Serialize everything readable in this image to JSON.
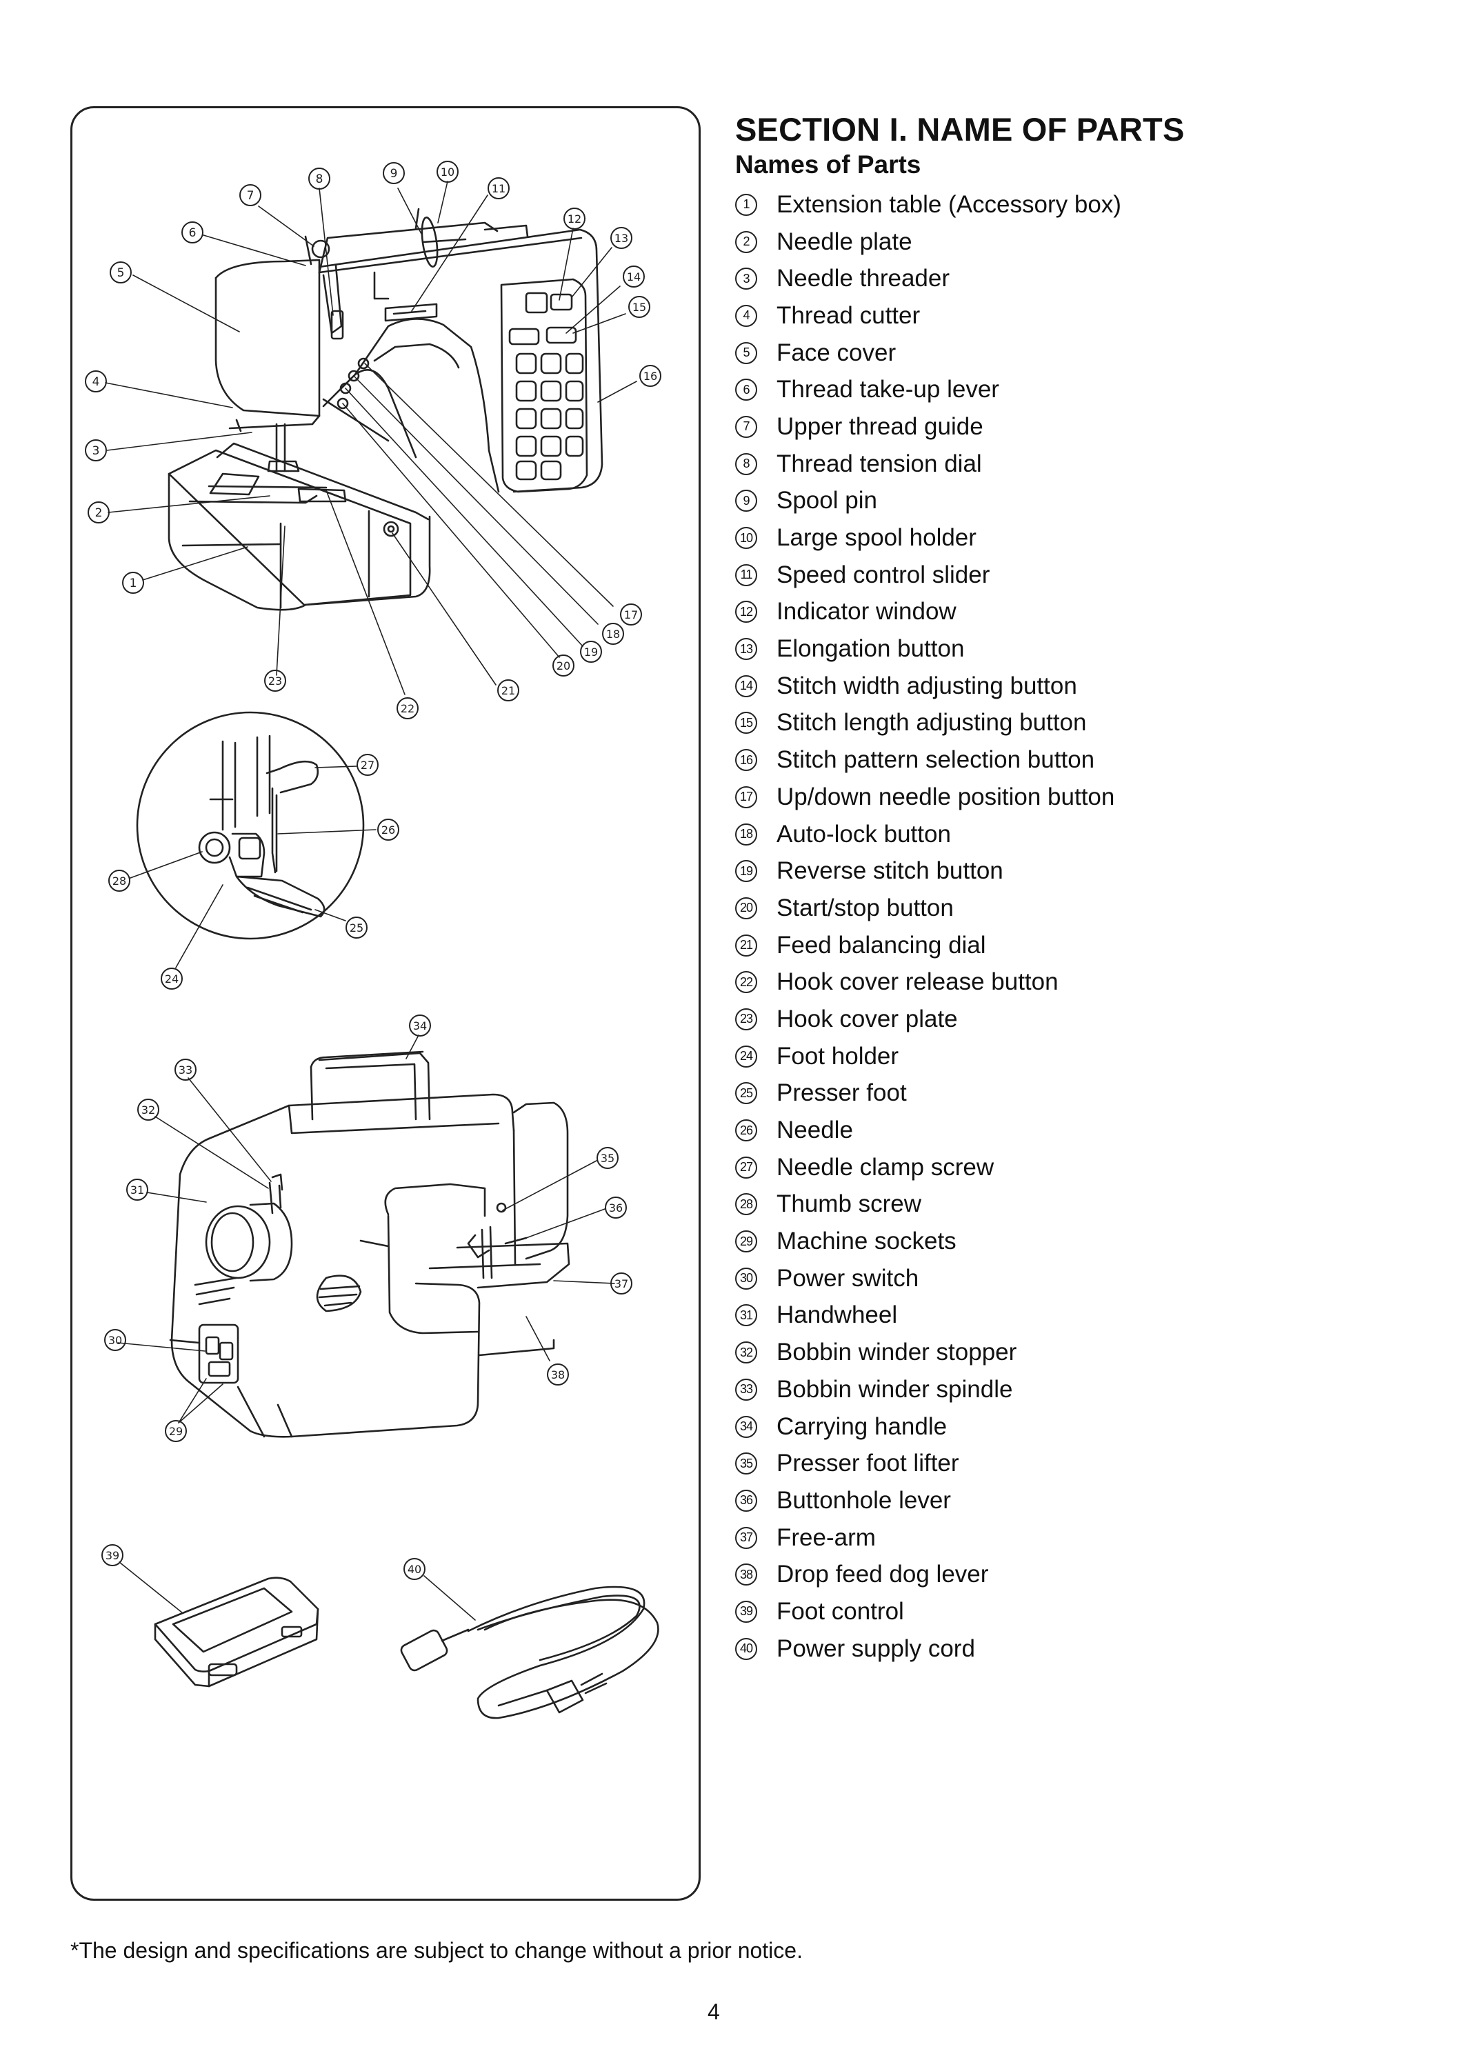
{
  "heading": {
    "title": "SECTION I. NAME OF PARTS",
    "subtitle": "Names of Parts"
  },
  "parts": [
    {
      "num": "1",
      "label": "Extension table (Accessory box)"
    },
    {
      "num": "2",
      "label": "Needle plate"
    },
    {
      "num": "3",
      "label": "Needle threader"
    },
    {
      "num": "4",
      "label": "Thread cutter"
    },
    {
      "num": "5",
      "label": "Face cover"
    },
    {
      "num": "6",
      "label": "Thread take-up lever"
    },
    {
      "num": "7",
      "label": "Upper thread guide"
    },
    {
      "num": "8",
      "label": "Thread tension dial"
    },
    {
      "num": "9",
      "label": "Spool pin"
    },
    {
      "num": "10",
      "label": "Large spool holder"
    },
    {
      "num": "11",
      "label": "Speed control slider"
    },
    {
      "num": "12",
      "label": "Indicator window"
    },
    {
      "num": "13",
      "label": "Elongation button"
    },
    {
      "num": "14",
      "label": "Stitch width adjusting button"
    },
    {
      "num": "15",
      "label": "Stitch length adjusting button"
    },
    {
      "num": "16",
      "label": "Stitch pattern selection button"
    },
    {
      "num": "17",
      "label": "Up/down needle position button"
    },
    {
      "num": "18",
      "label": "Auto-lock button"
    },
    {
      "num": "19",
      "label": "Reverse stitch button"
    },
    {
      "num": "20",
      "label": "Start/stop button"
    },
    {
      "num": "21",
      "label": "Feed balancing dial"
    },
    {
      "num": "22",
      "label": "Hook cover release button"
    },
    {
      "num": "23",
      "label": "Hook cover plate"
    },
    {
      "num": "24",
      "label": "Foot holder"
    },
    {
      "num": "25",
      "label": "Presser foot"
    },
    {
      "num": "26",
      "label": "Needle"
    },
    {
      "num": "27",
      "label": "Needle clamp screw"
    },
    {
      "num": "28",
      "label": "Thumb screw"
    },
    {
      "num": "29",
      "label": "Machine sockets"
    },
    {
      "num": "30",
      "label": "Power switch"
    },
    {
      "num": "31",
      "label": "Handwheel"
    },
    {
      "num": "32",
      "label": "Bobbin winder stopper"
    },
    {
      "num": "33",
      "label": "Bobbin winder spindle"
    },
    {
      "num": "34",
      "label": "Carrying handle"
    },
    {
      "num": "35",
      "label": "Presser foot lifter"
    },
    {
      "num": "36",
      "label": "Buttonhole lever"
    },
    {
      "num": "37",
      "label": "Free-arm"
    },
    {
      "num": "38",
      "label": "Drop feed dog lever"
    },
    {
      "num": "39",
      "label": "Foot control"
    },
    {
      "num": "40",
      "label": "Power supply cord"
    }
  ],
  "footnote": "*The design and specifications are subject to change without  a prior notice.",
  "page_number": "4"
}
